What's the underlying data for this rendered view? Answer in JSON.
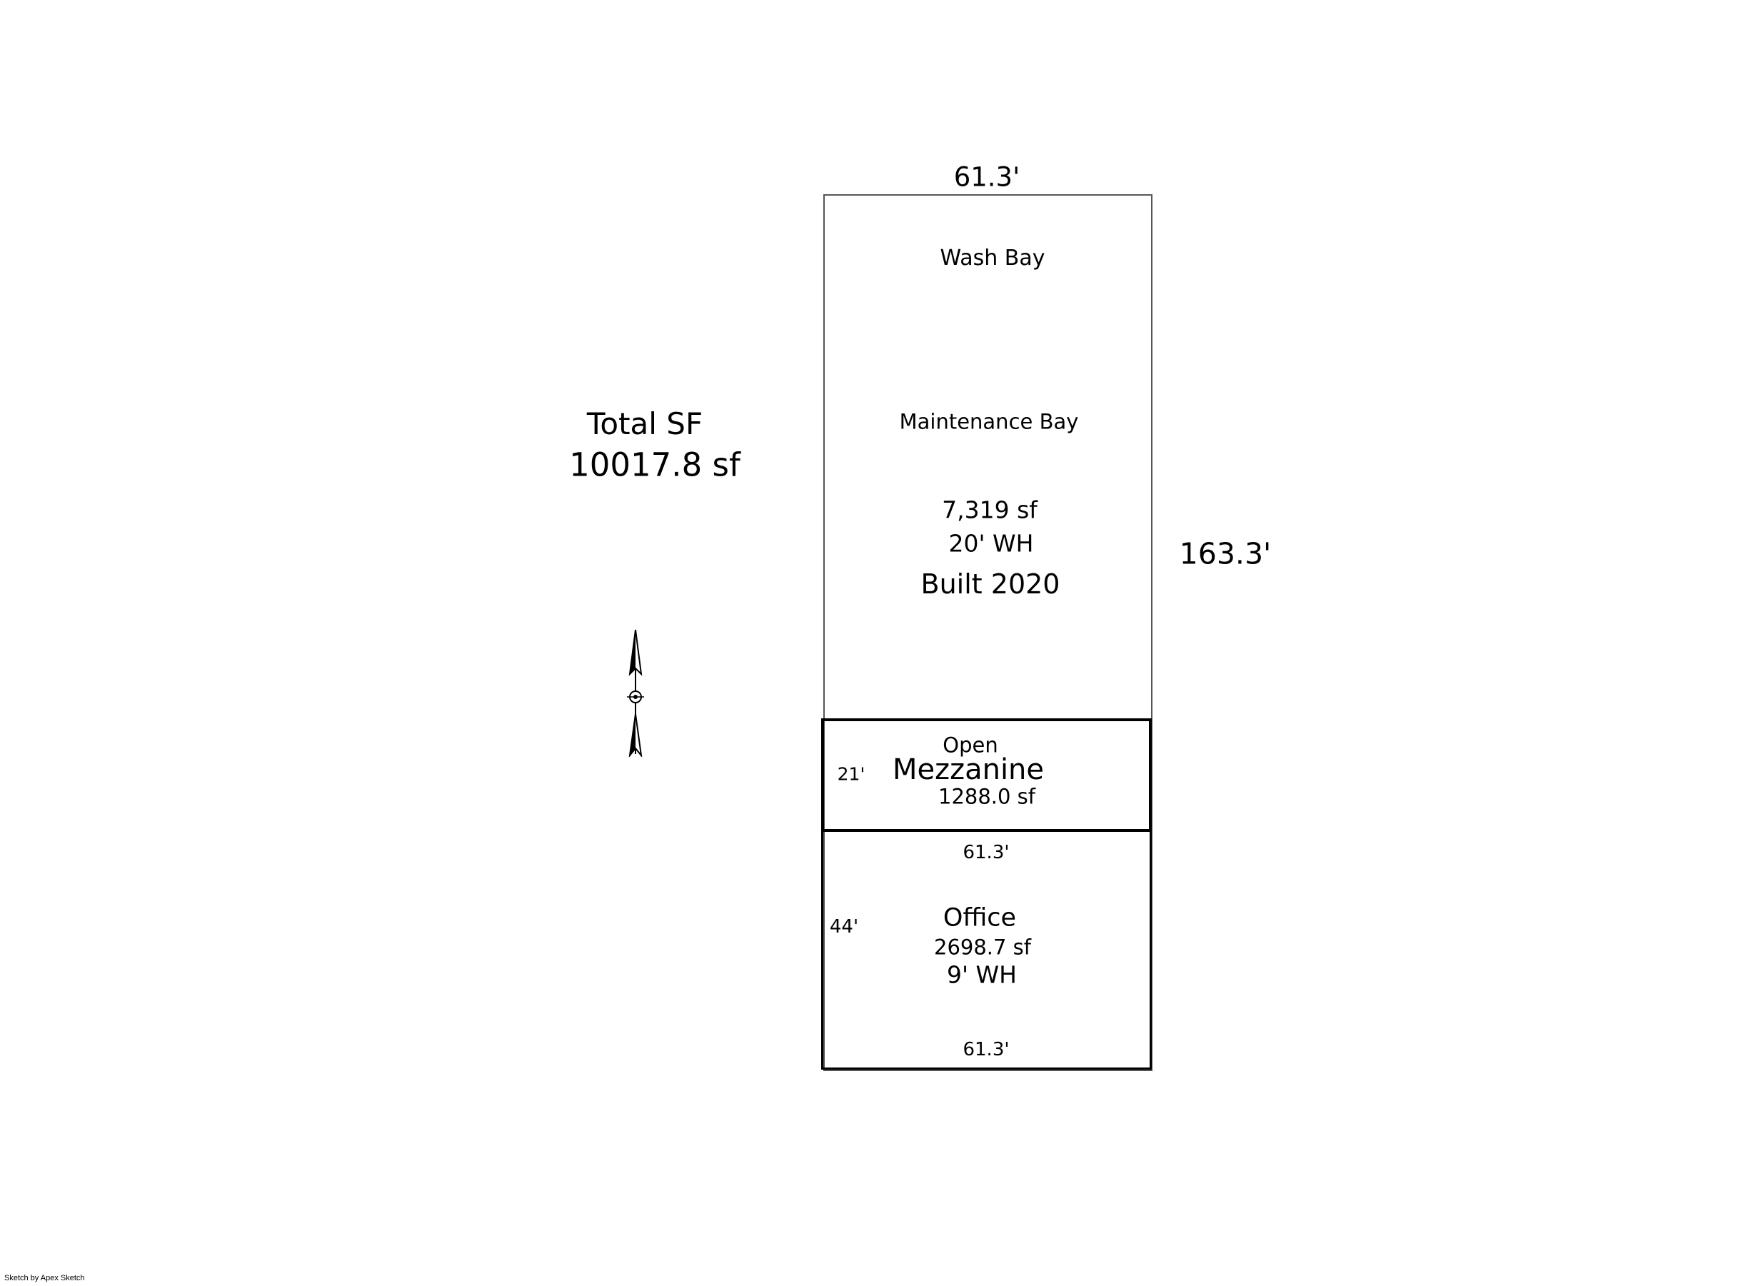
{
  "total": {
    "label": "Total SF",
    "value": "10017.8 sf"
  },
  "dimensions": {
    "top_width": "61.3'",
    "right_length": "163.3'",
    "mezz_width": "21'",
    "mezz_bottom_width": "61.3'",
    "office_depth": "44'",
    "office_bottom_width": "61.3'"
  },
  "warehouse": {
    "wash_bay": "Wash Bay",
    "maintenance_bay": "Maintenance Bay",
    "area": "7,319 sf",
    "wall_height": "20' WH",
    "built": "Built 2020"
  },
  "mezzanine": {
    "open": "Open",
    "name": "Mezzanine",
    "area": "1288.0 sf"
  },
  "office": {
    "name": "Office",
    "area": "2698.7 sf",
    "wall_height": "9' WH"
  },
  "compass": {
    "icon": "north-arrow-icon"
  },
  "credit": "Sketch by Apex Sketch"
}
